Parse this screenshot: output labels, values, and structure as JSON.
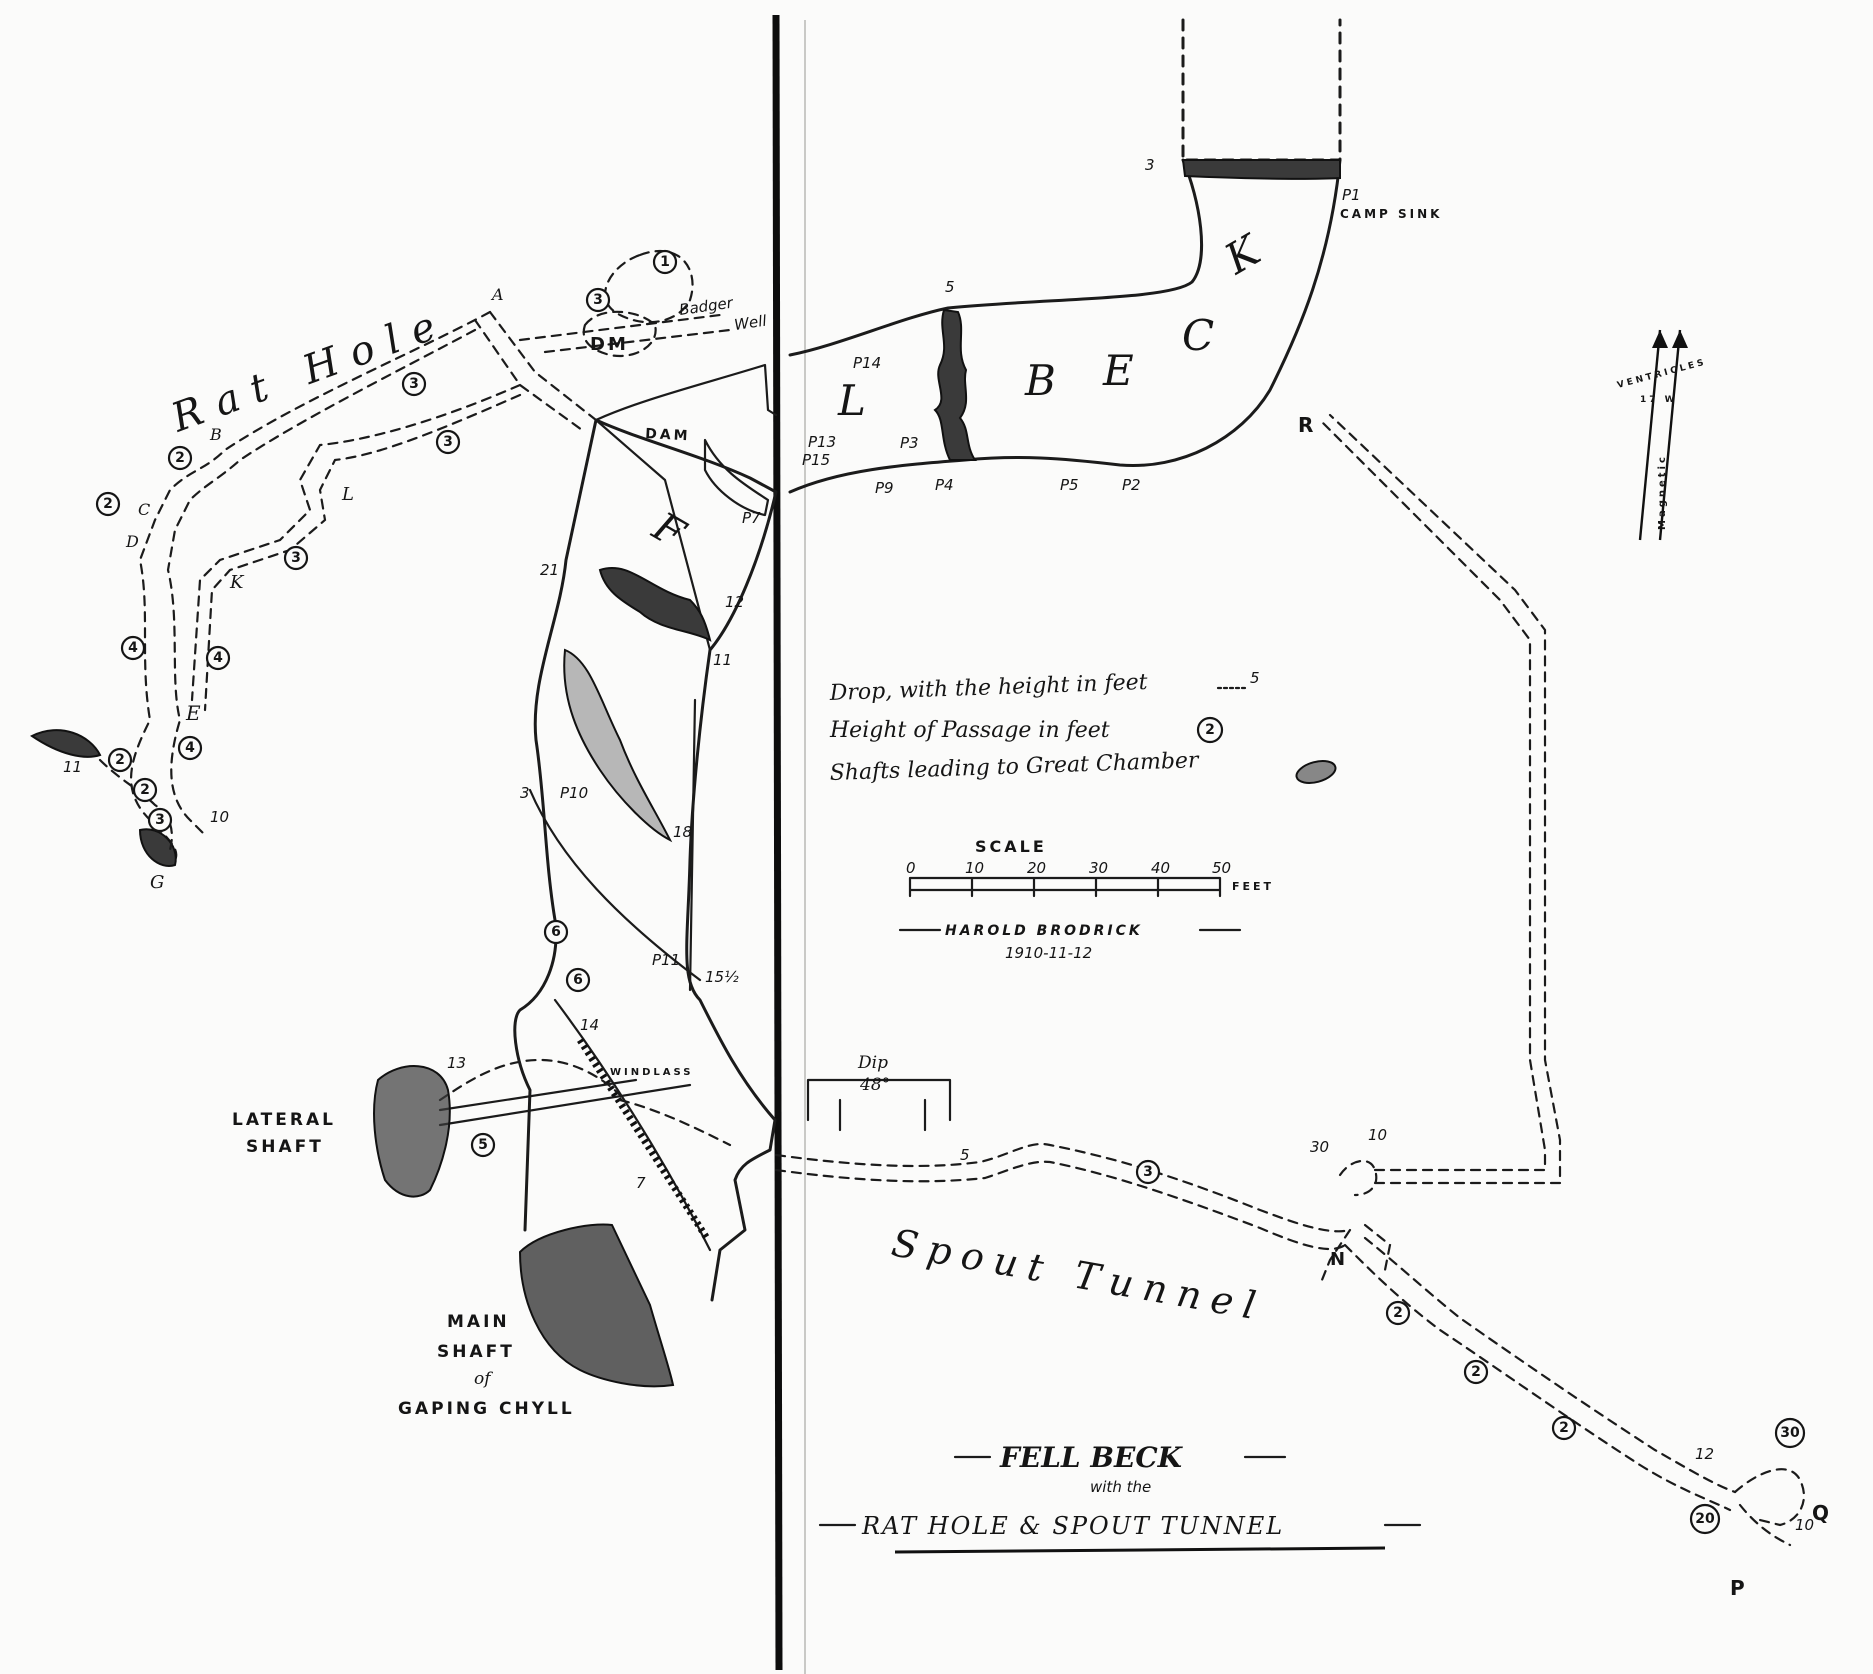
{
  "title": {
    "main": "FELL BECK",
    "with": "with the",
    "sub": "RAT HOLE & SPOUT TUNNEL"
  },
  "labels": {
    "rat_hole": "Rat Hole",
    "spout_tunnel": "Spout Tunnel",
    "fell_beck_letters": [
      "L",
      "B",
      "E",
      "C",
      "K"
    ],
    "fell_beck_f": "F",
    "lateral_shaft": [
      "LATERAL",
      "SHAFT"
    ],
    "main_shaft": [
      "MAIN",
      "SHAFT",
      "of",
      "GAPING CHYLL"
    ],
    "dam": "DAM",
    "camp_sink": "CAMP SINK",
    "windlass": "WINDLASS",
    "badger": [
      "Badger",
      "Well"
    ],
    "dm": "DM",
    "ventricles": [
      "VENTRICLES",
      "17 W"
    ],
    "magnetic": "Magnetic",
    "dip_label": "Dip",
    "dip_value": "48°"
  },
  "legend": {
    "drop": "Drop, with the height in feet",
    "height": "Height of Passage in feet",
    "shafts": "Shafts leading to Great Chamber",
    "drop_sample": "5",
    "height_sample": "2"
  },
  "scale": {
    "title": "SCALE",
    "ticks": [
      "0",
      "10",
      "20",
      "30",
      "40",
      "50"
    ],
    "unit": "FEET",
    "author": "HAROLD BRODRICK",
    "date": "1910-11-12"
  },
  "points": {
    "A": "A",
    "B": "B",
    "C": "C",
    "D": "D",
    "E": "E",
    "F": "F",
    "G": "G",
    "K": "K",
    "L": "L",
    "N": "N",
    "P": "P",
    "Q": "Q",
    "R": "R",
    "P1": "P1",
    "P2": "P2",
    "P3": "P3",
    "P4": "P4",
    "P5": "P5",
    "P7": "P7",
    "P9": "P9",
    "P10": "P10",
    "P11": "P11",
    "P13": "P13",
    "P14": "P14",
    "P15": "P15"
  },
  "drops": {
    "d3": "3",
    "d5": "5",
    "d21": "21",
    "d12": "12",
    "d11": "11",
    "d18": "18",
    "d15_half": "15½",
    "d10": "10",
    "d7": "7",
    "d30": "30",
    "d10b": "10",
    "d12b": "12",
    "d10c": "10",
    "d5b": "5",
    "d14": "14",
    "d3b": "3",
    "d11b": "11",
    "d13": "13"
  },
  "heights": [
    "3",
    "1",
    "3",
    "2",
    "3",
    "2",
    "3",
    "4",
    "4",
    "4",
    "6",
    "6",
    "5",
    "3",
    "2",
    "2",
    "2",
    "20",
    "30",
    "2",
    "2",
    "3"
  ]
}
